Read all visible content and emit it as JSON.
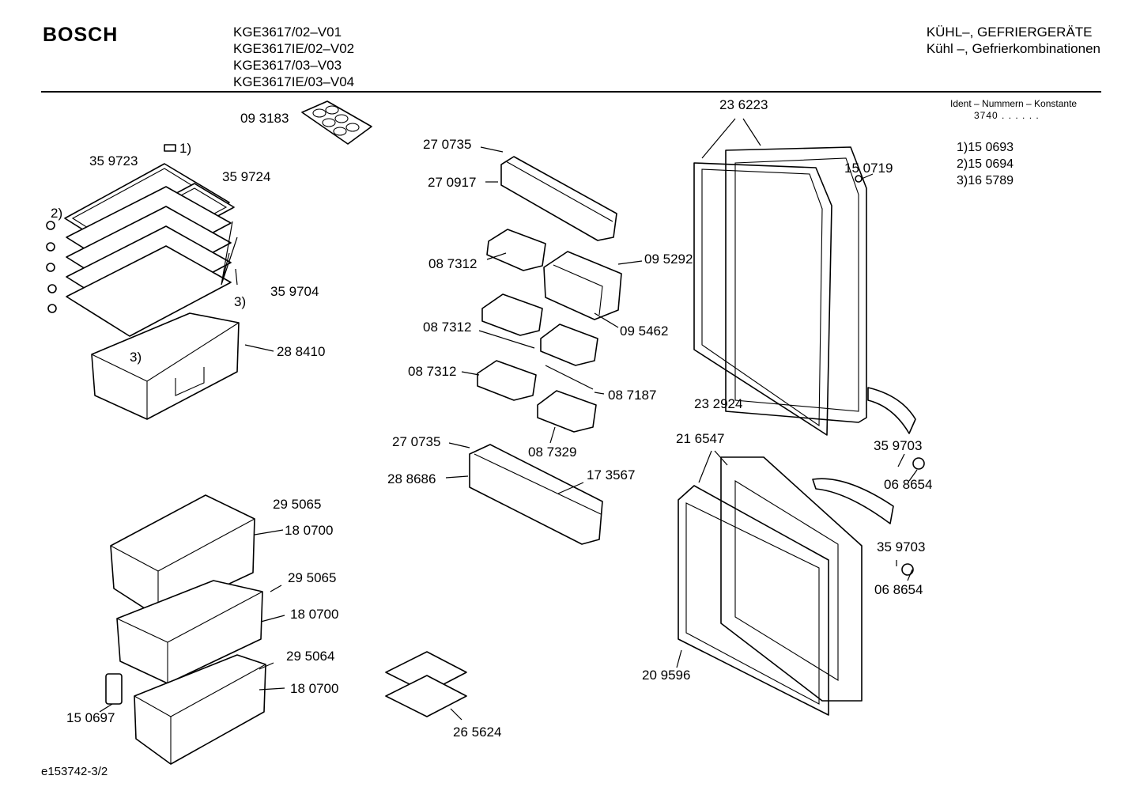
{
  "header": {
    "brand": "BOSCH",
    "models": [
      "KGE3617/02–V01",
      "KGE3617IE/02–V02",
      "KGE3617/03–V03",
      "KGE3617IE/03–V04"
    ],
    "category_line1": "KÜHL–, GEFRIERGERÄTE",
    "category_line2": "Kühl –, Gefrierkombinationen"
  },
  "ident": {
    "label": "Ident – Nummern – Konstante",
    "constant": "3740  .  .    .  .  .  ."
  },
  "footnotes": [
    "1)15 0693",
    "2)15 0694",
    "3)16 5789"
  ],
  "labels": {
    "p093183": "09 3183",
    "p359723": "35 9723",
    "p359724": "35 9724",
    "p359704": "35 9704",
    "p288410": "28 8410",
    "ref1": "1)",
    "ref2": "2)",
    "ref3a": "3)",
    "ref3b": "3)",
    "p270735a": "27 0735",
    "p270917": "27 0917",
    "p087312a": "08 7312",
    "p095292": "09 5292",
    "p087312b": "08 7312",
    "p095462": "09 5462",
    "p087312c": "08 7312",
    "p087187": "08 7187",
    "p087329": "08 7329",
    "p270735b": "27 0735",
    "p288686": "28 8686",
    "p173567": "17 3567",
    "p236223": "23 6223",
    "p150719": "15 0719",
    "p232924": "23 2924",
    "p359703a": "35 9703",
    "p068654a": "06 8654",
    "p216547": "21 6547",
    "p359703b": "35 9703",
    "p068654b": "06 8654",
    "p209596": "20 9596",
    "p295065a": "29 5065",
    "p180700a": "18 0700",
    "p295065b": "29 5065",
    "p180700b": "18 0700",
    "p295064": "29 5064",
    "p180700c": "18 0700",
    "p150697": "15 0697",
    "p265624": "26 5624"
  },
  "footer": {
    "code": "e153742-3/2"
  }
}
